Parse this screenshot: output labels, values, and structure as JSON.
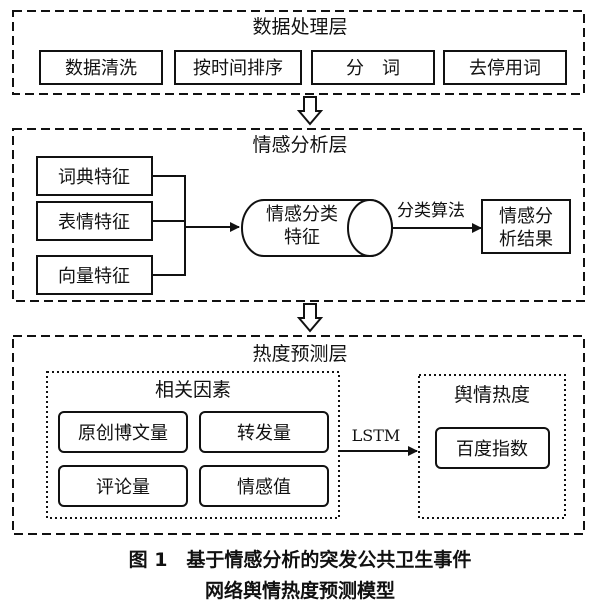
{
  "data_layer": {
    "title": "数据处理层",
    "steps": [
      "数据清洗",
      "按时间排序",
      "分　词",
      "去停用词"
    ]
  },
  "sentiment_layer": {
    "title": "情感分析层",
    "features": [
      "词典特征",
      "表情特征",
      "向量特征"
    ],
    "model_line1": "情感分类",
    "model_line2": "特征",
    "edge_label": "分类算法",
    "result_line1": "情感分",
    "result_line2": "析结果"
  },
  "heat_layer": {
    "title": "热度预测层",
    "factors_title": "相关因素",
    "factors": [
      "原创博文量",
      "转发量",
      "评论量",
      "情感值"
    ],
    "edge_label": "LSTM",
    "heat_title": "舆情热度",
    "heat_item": "百度指数"
  },
  "caption": {
    "line1": "图 1　基于情感分析的突发公共卫生事件",
    "line2": "网络舆情热度预测模型"
  }
}
